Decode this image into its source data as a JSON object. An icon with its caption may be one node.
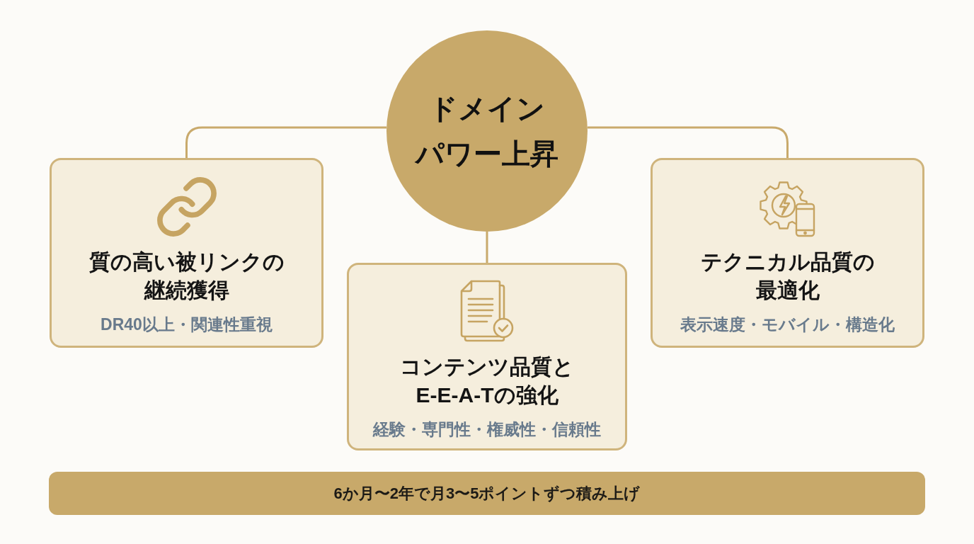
{
  "diagram": {
    "nodes": [
      {
        "text": [
          "ドメインパワー上昇"
        ]
      },
      {
        "text": [
          "質の高い被リンクの継続獲得",
          "DR40以上・関連性重視"
        ]
      },
      {
        "text": [
          "コンテンツ品質とE-E-A-Tの強化",
          "経験・専門性・権威性・信頼性"
        ]
      },
      {
        "text": [
          "テクニカル品質の最適化",
          "表示速度・モバイル・構造化"
        ]
      },
      {
        "text": [
          "6か月〜2年で月3〜5ポイントずつ積み上げ"
        ]
      }
    ],
    "edges": [
      {
        "from": 0,
        "to": 1,
        "arrow": "none"
      },
      {
        "from": 0,
        "to": 2,
        "arrow": "none"
      },
      {
        "from": 0,
        "to": 3,
        "arrow": "none"
      }
    ]
  }
}
